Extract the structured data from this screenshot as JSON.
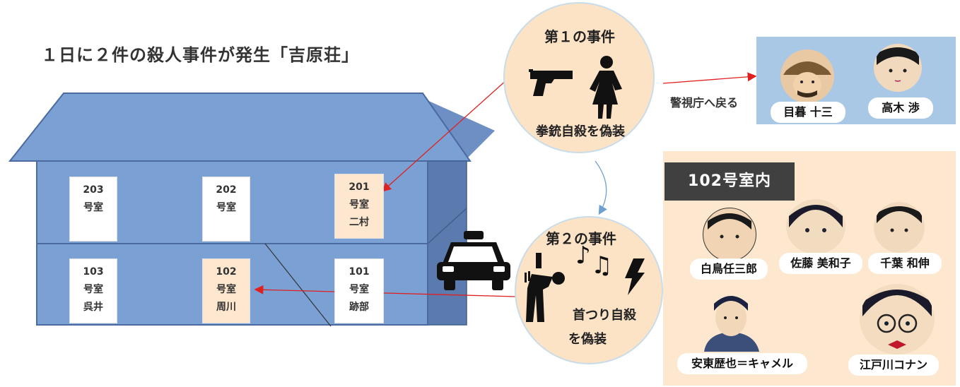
{
  "title": "１日に２件の殺人事件が発生「吉原荘」",
  "rooms": {
    "r203": {
      "num": "203",
      "label": "号室",
      "name": ""
    },
    "r202": {
      "num": "202",
      "label": "号室",
      "name": ""
    },
    "r201": {
      "num": "201",
      "label": "号室",
      "name": "二村"
    },
    "r103": {
      "num": "103",
      "label": "号室",
      "name": "呉井"
    },
    "r102": {
      "num": "102",
      "label": "号室",
      "name": "周川"
    },
    "r101": {
      "num": "101",
      "label": "号室",
      "name": "跡部"
    }
  },
  "incident1": {
    "title": "第１の事件",
    "text": "拳銃自殺を偽装"
  },
  "incident2": {
    "title": "第２の事件",
    "text_line1": "首つり自殺",
    "text_line2": "を偽装"
  },
  "mpd_return": "警視庁へ戻る",
  "police": [
    {
      "name": "目暮 十三"
    },
    {
      "name": "高木 渉"
    }
  ],
  "room102": {
    "title": "102号室内",
    "people": [
      {
        "name": "白鳥任三郎"
      },
      {
        "name": "佐藤 美和子"
      },
      {
        "name": "千葉 和伸"
      },
      {
        "name": "安東歴也＝キャメル"
      },
      {
        "name": "江戸川コナン"
      }
    ]
  },
  "colors": {
    "building": "#7ba0d3",
    "building_dark": "#5b7aad",
    "circle_fill": "#fde3c6",
    "police_panel": "#a9c8e6",
    "room_panel": "#fde8cf",
    "arrow": "#e02020"
  }
}
